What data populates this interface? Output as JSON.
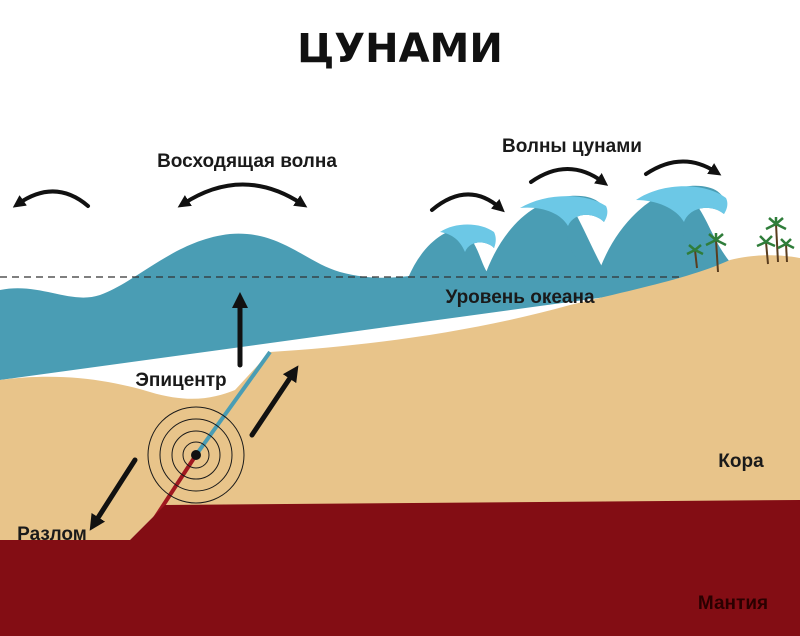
{
  "title": "ЦУНАМИ",
  "labels": {
    "rising_wave": "Восходящая волна",
    "tsunami_waves": "Волны цунами",
    "ocean_level": "Уровень океана",
    "epicenter": "Эпицентр",
    "crust": "Кора",
    "fault": "Разлом",
    "mantle": "Мантия"
  },
  "colors": {
    "ocean": "#4a9db4",
    "wave_crest": "#5cc4e6",
    "crust": "#e8c48a",
    "mantle": "#830d14",
    "arrows": "#111111"
  }
}
